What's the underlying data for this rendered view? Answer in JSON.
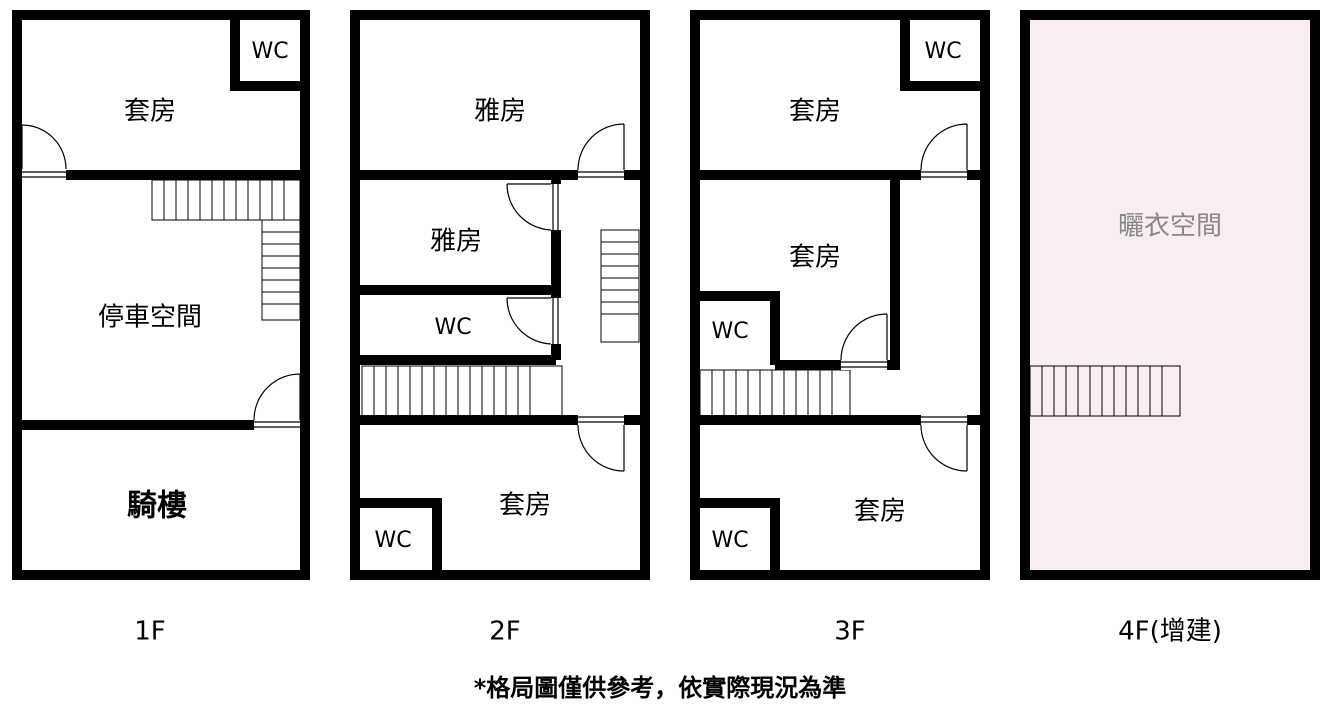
{
  "floors": {
    "f1": {
      "label": "1F",
      "rooms": {
        "suite": "套房",
        "wc": "WC",
        "parking": "停車空間",
        "arcade": "騎樓"
      }
    },
    "f2": {
      "label": "2F",
      "rooms": {
        "top": "雅房",
        "mid": "雅房",
        "wc_mid": "WC",
        "suite": "套房",
        "wc_bottom": "WC"
      }
    },
    "f3": {
      "label": "3F",
      "rooms": {
        "top_suite": "套房",
        "wc_top": "WC",
        "mid_suite": "套房",
        "wc_mid": "WC",
        "bottom_suite": "套房",
        "wc_bottom": "WC"
      }
    },
    "f4": {
      "label": "4F(增建)",
      "rooms": {
        "drying": "曬衣空間"
      },
      "fill_color": "#f8eef1"
    }
  },
  "note": "*格局圖僅供參考，依實際現況為準"
}
